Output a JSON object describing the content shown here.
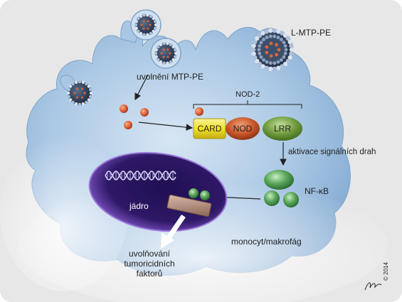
{
  "labels": {
    "liposome": "L-MTP-PE",
    "release": "uvolnění MTP-PE",
    "receptor": "NOD-2",
    "card": "CARD",
    "nod": "NOD",
    "lrr": "LRR",
    "activation": "aktivace signálních drah",
    "nfkb": "NF-κB",
    "nucleus": "jádro",
    "cell": "monocyt/makrofág",
    "output_line1": "uvolňování",
    "output_line2": "tumoricidních",
    "output_line3": "faktorů",
    "copyright": "© 2014"
  },
  "colors": {
    "card": "#f2e12b",
    "nod": "#c8562a",
    "lrr": "#6e9a3c",
    "nfkb": "#5aa55a",
    "mtp_particle": "#e0643a",
    "nucleus": "#3b1c78",
    "cell": "#8fb4d8"
  }
}
